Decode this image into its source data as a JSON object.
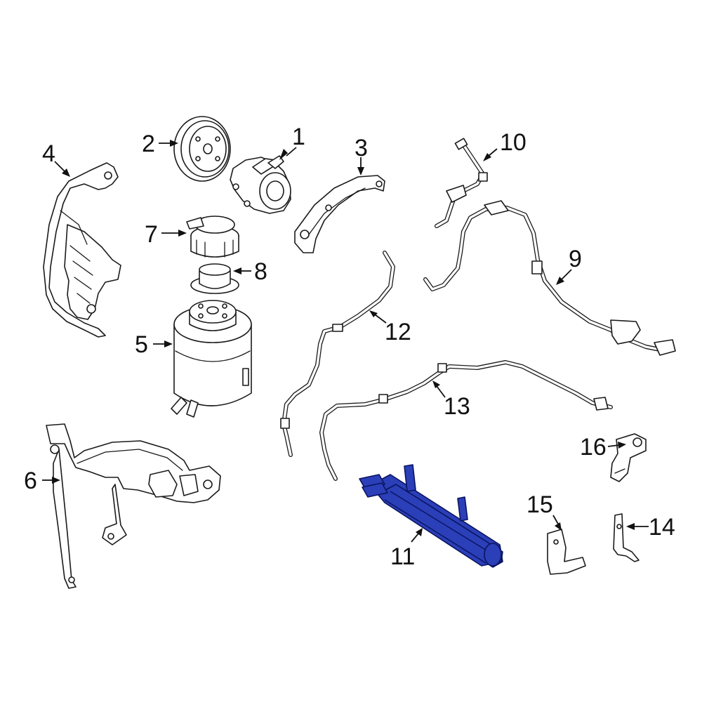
{
  "diagram": {
    "highlight_color": "#2a3fb8",
    "line_color": "#1a1a1a",
    "highlighted_part": "11",
    "callouts": [
      "1",
      "2",
      "3",
      "4",
      "5",
      "6",
      "7",
      "8",
      "9",
      "10",
      "11",
      "12",
      "13",
      "14",
      "15",
      "16"
    ]
  }
}
